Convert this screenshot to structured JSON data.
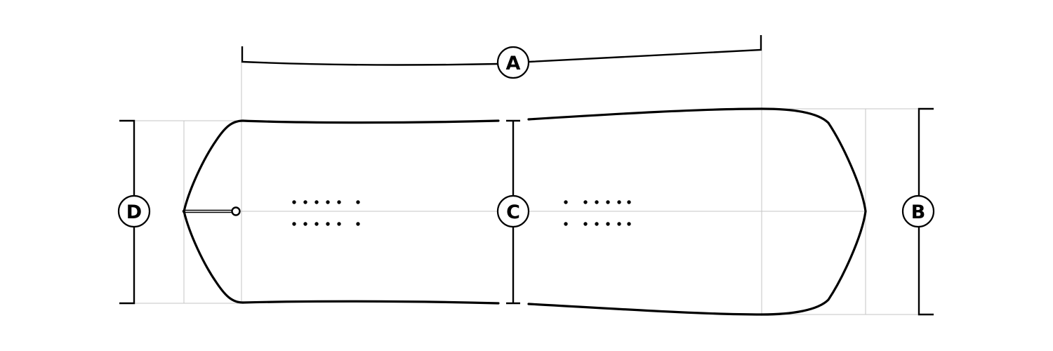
{
  "diagram": {
    "subject": "snowboard-outline",
    "colors": {
      "outline": "#000000",
      "guide_lines": "#c4c4c4",
      "background": "#ffffff"
    },
    "labels": {
      "a": "A",
      "b": "B",
      "c": "C",
      "d": "D"
    },
    "insert_rows_per_binding": 2,
    "inserts_per_row_per_binding": 6
  }
}
